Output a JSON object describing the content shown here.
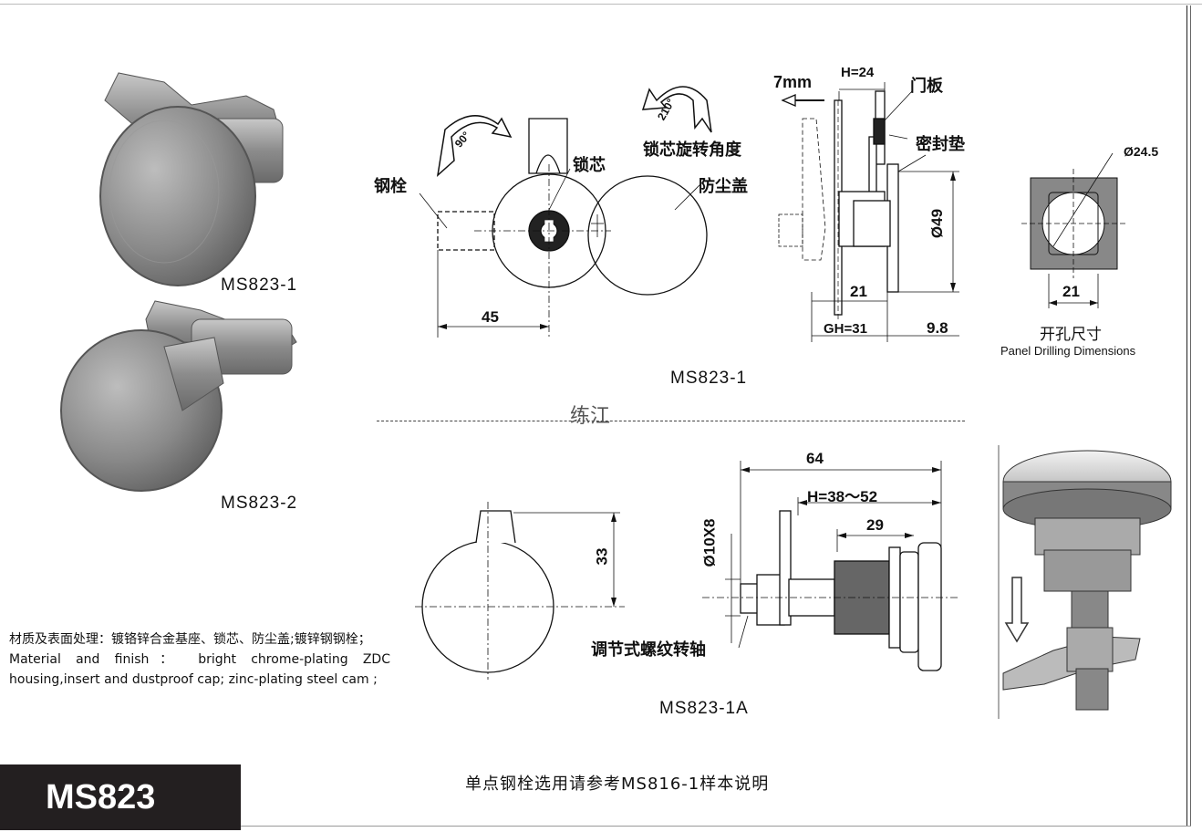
{
  "products": {
    "ms823_1_label": "MS823-1",
    "ms823_2_label": "MS823-2"
  },
  "front_view": {
    "bolt_label": "钢栓",
    "core_label": "锁芯",
    "cap_label": "防尘盖",
    "rotation_label": "锁芯旋转角度",
    "angle_90": "90°",
    "angle_210": "210°",
    "dim_45": "45",
    "caption": "MS823-1"
  },
  "side_view": {
    "travel_7mm": "7mm",
    "h_24": "H=24",
    "door_panel_label": "门板",
    "gasket_label": "密封垫",
    "dia_49": "Ø49",
    "dim_21": "21",
    "gh_31": "GH=31",
    "dim_9_8": "9.8"
  },
  "drilling": {
    "dia_24_5": "Ø24.5",
    "dim_21": "21",
    "title_cn": "开孔尺寸",
    "title_en": "Panel Drilling Dimensions"
  },
  "divider_text": "练江",
  "view_1a": {
    "dim_33": "33",
    "dim_64": "64",
    "h_38_52": "H=38～52",
    "dim_29": "29",
    "dia_10x8": "Ø10X8",
    "shaft_label": "调节式螺纹转轴",
    "caption": "MS823-1A"
  },
  "material": {
    "line_cn": "材质及表面处理：镀铬锌合金基座、锁芯、防尘盖;镀锌钢钢栓；",
    "line_en": "Material and finish： bright chrome-plating ZDC housing,insert and dustproof cap; zinc-plating steel cam ;"
  },
  "footer_note": "单点钢栓选用请参考MS816-1样本说明",
  "model_badge": "MS823"
}
